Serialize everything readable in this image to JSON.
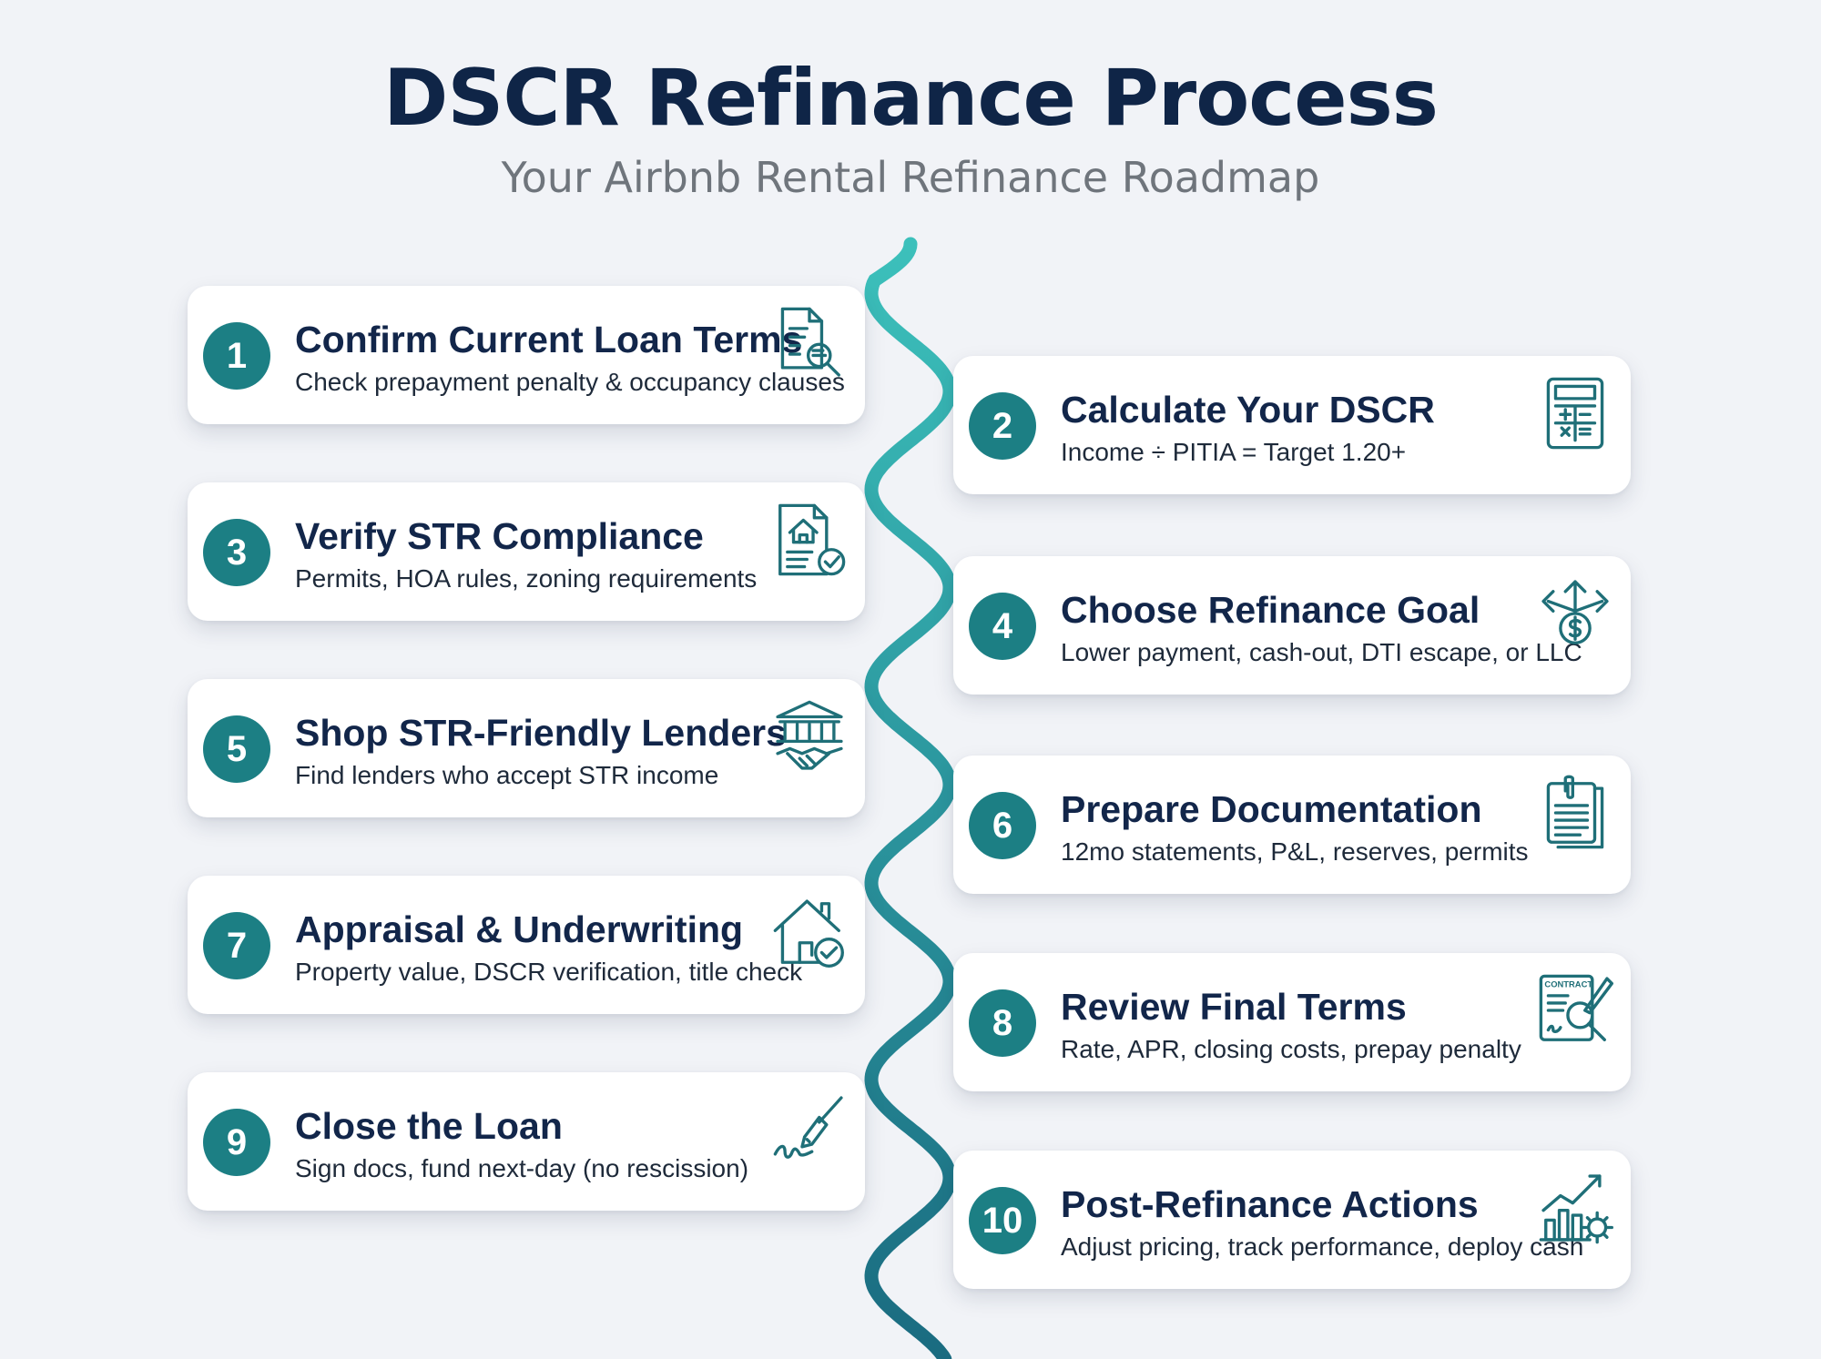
{
  "header": {
    "title": "DSCR Refinance Process",
    "subtitle": "Your Airbnb Rental Refinance Roadmap"
  },
  "colors": {
    "title": "#0f2547",
    "accent_teal": "#1c7f84",
    "timeline_light": "#3cc0bb",
    "timeline_dark": "#1a6b80"
  },
  "steps": [
    {
      "number": "1",
      "title": "Confirm Current Loan Terms",
      "description": "Check prepayment penalty & occupancy clauses",
      "icon": "document-search-icon"
    },
    {
      "number": "2",
      "title": "Calculate Your DSCR",
      "description": "Income ÷ PITIA = Target 1.20+",
      "icon": "calculator-icon"
    },
    {
      "number": "3",
      "title": "Verify STR Compliance",
      "description": "Permits, HOA rules, zoning requirements",
      "icon": "house-document-check-icon"
    },
    {
      "number": "4",
      "title": "Choose Refinance Goal",
      "description": "Lower payment, cash-out, DTI escape, or LLC",
      "icon": "money-direction-arrows-icon"
    },
    {
      "number": "5",
      "title": "Shop STR-Friendly Lenders",
      "description": "Find lenders who accept STR income",
      "icon": "bank-handshake-icon"
    },
    {
      "number": "6",
      "title": "Prepare Documentation",
      "description": "12mo statements, P&L, reserves, permits",
      "icon": "clipboard-documents-icon"
    },
    {
      "number": "7",
      "title": "Appraisal & Underwriting",
      "description": "Property value, DSCR verification, title check",
      "icon": "house-check-icon"
    },
    {
      "number": "8",
      "title": "Review Final Terms",
      "description": "Rate, APR, closing costs, prepay penalty",
      "icon": "contract-review-icon",
      "icon_label": "CONTRACT"
    },
    {
      "number": "9",
      "title": "Close the Loan",
      "description": "Sign docs, fund next-day (no rescission)",
      "icon": "pen-signature-icon"
    },
    {
      "number": "10",
      "title": "Post-Refinance Actions",
      "description": "Adjust pricing, track performance, deploy cash",
      "icon": "growth-chart-gear-icon"
    }
  ]
}
